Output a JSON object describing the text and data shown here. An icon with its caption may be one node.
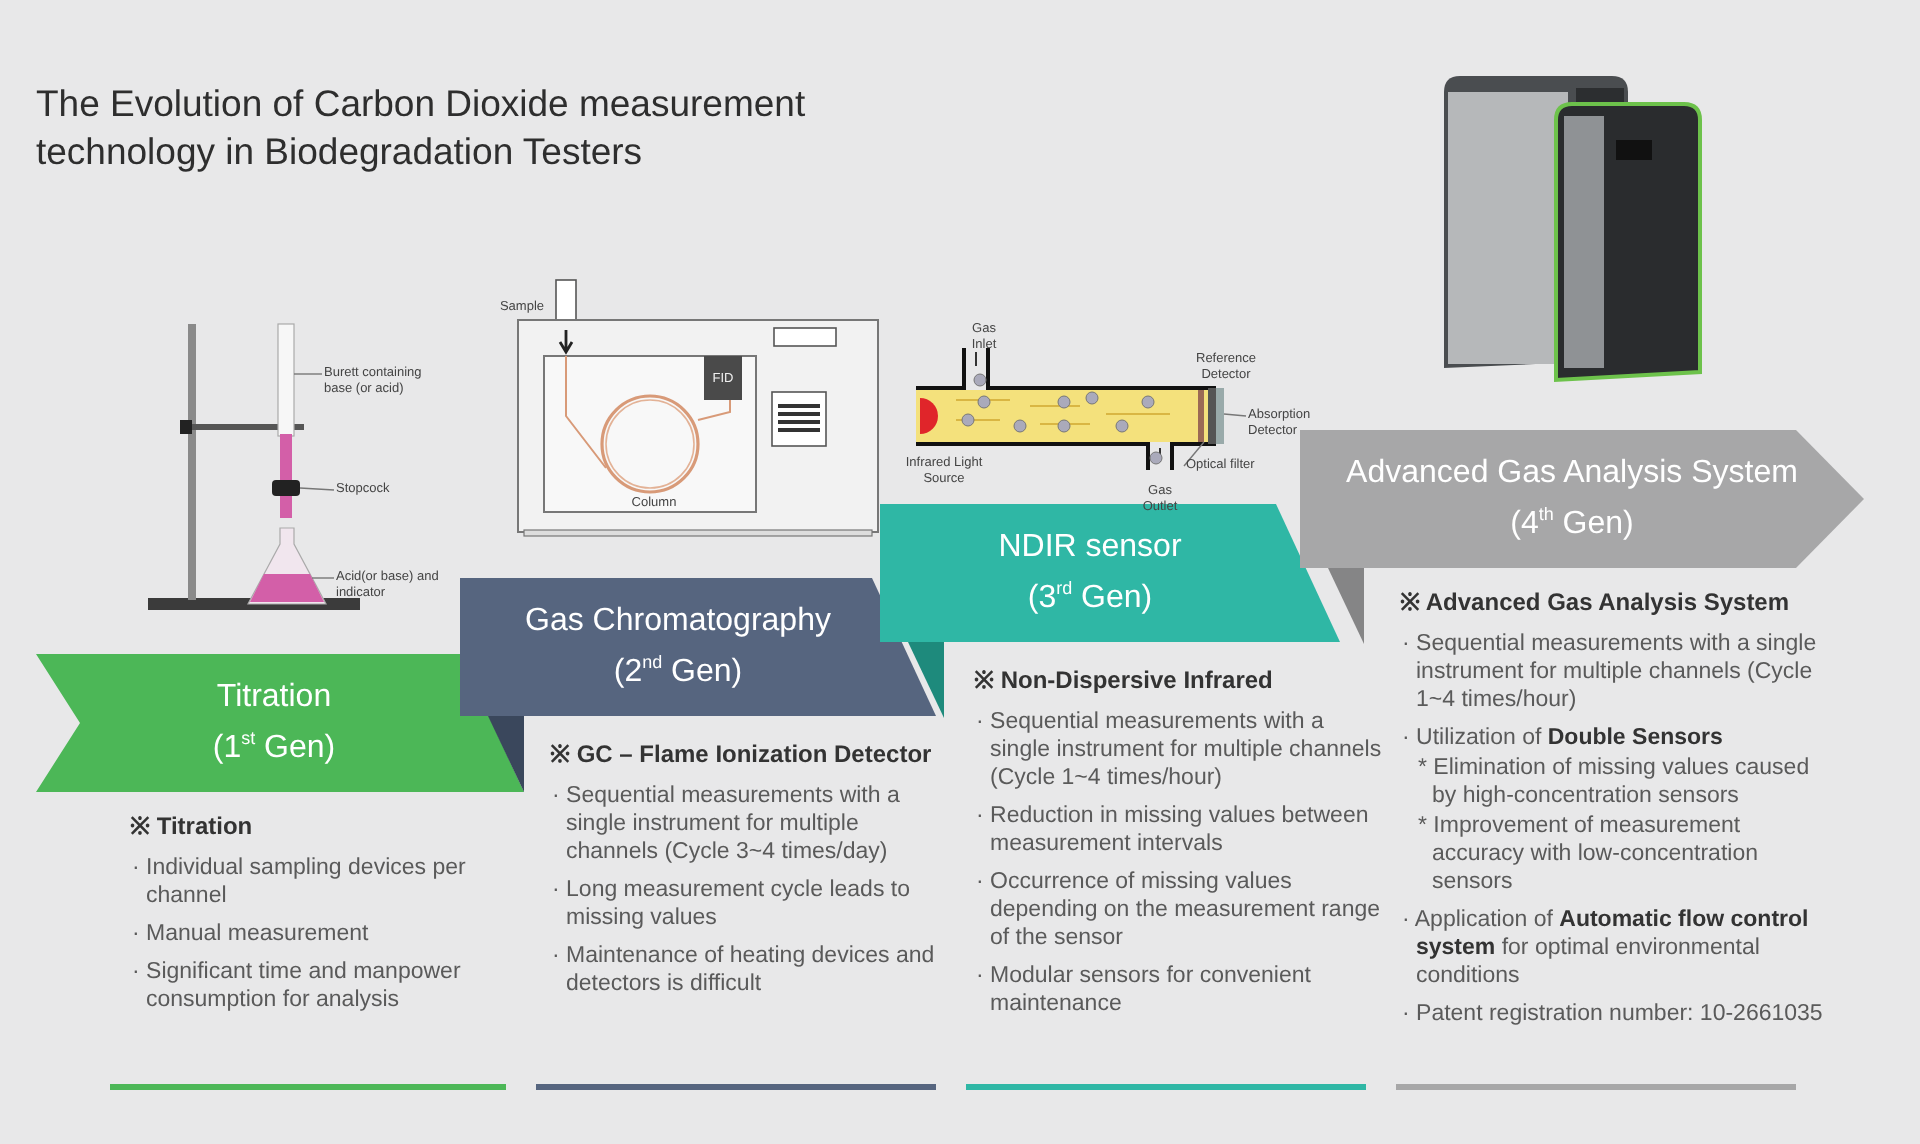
{
  "diagram": {
    "title": "The Evolution of Carbon Dioxide measurement technology in Biodegradation Testers",
    "nodes": [
      {
        "text": [
          "Titration",
          "(1$^{st}$ Gen)"
        ],
        "beside": [
          "※ Titration",
          "· Individual sampling devices per channel",
          "· Manual measurement",
          "· Significant time and manpower consumption for analysis"
        ]
      },
      {
        "text": [
          "Gas Chromatography",
          "(2$^{nd}$ Gen)"
        ],
        "beside": [
          "※ GC – Flame Ionization Detector",
          "· Sequential measurements with a single instrument for multiple channels (Cycle 3~4 times/day)",
          "· Long measurement cycle leads to missing values",
          "· Maintenance of heating devices and detectors is difficult"
        ]
      },
      {
        "text": [
          "NDIR sensor",
          "(3$^{rd}$ Gen)"
        ],
        "beside": [
          "※ Non-Dispersive Infrared",
          "· Sequential measurements with a single instrument for multiple channels (Cycle 1~4 times/hour)",
          "· Reduction in missing values between measurement intervals",
          "· Occurrence of missing values depending on the measurement range of the sensor",
          "· Modular sensors for convenient maintenance"
        ]
      },
      {
        "text": [
          "Advanced Gas Analysis System",
          "(4$^{th}$ Gen)"
        ],
        "beside": [
          "※ Advanced Gas Analysis System",
          "· Sequential measurements with a single instrument for multiple channels (Cycle 1~4 times/hour)",
          "· Utilization of **Double Sensors**",
          "* Elimination of missing values caused by high-concentration sensors",
          "* Improvement of measurement accuracy with low-concentration sensors",
          "· Application of **Automatic flow control system** for optimal environmental conditions",
          "· Patent registration number: 10-2661035"
        ]
      },
      {
        "text": [
          "Burett containing base (or acid)"
        ]
      },
      {
        "text": [
          "Stopcock"
        ]
      },
      {
        "text": [
          "Acid(or base) and indicator"
        ]
      },
      {
        "text": [
          "FID"
        ]
      },
      {
        "text": [
          "Absorption Detector"
        ]
      },
      {
        "text": [
          "Optical filter"
        ]
      },
      {
        "text": [],
        "shape": "bar"
      },
      {
        "text": [],
        "shape": "box"
      },
      {
        "text": [],
        "shape": "picture"
      },
      {
        "text": [],
        "shape": "bar"
      },
      {
        "text": [],
        "shape": "bar"
      }
    ],
    "edges": [
      {
        "from": 4,
        "to": 10,
        "arrow": "none"
      },
      {
        "from": 5,
        "to": 11,
        "arrow": "none"
      },
      {
        "from": 6,
        "to": 12,
        "arrow": "none"
      },
      {
        "from": 8,
        "to": 13,
        "arrow": "none"
      },
      {
        "from": 9,
        "to": 14,
        "arrow": "none"
      }
    ],
    "labels": [
      "Sample",
      "Column",
      "Gas Inlet",
      "Reference Detector",
      "Infrared Light Source",
      "Gas Outlet"
    ]
  }
}
